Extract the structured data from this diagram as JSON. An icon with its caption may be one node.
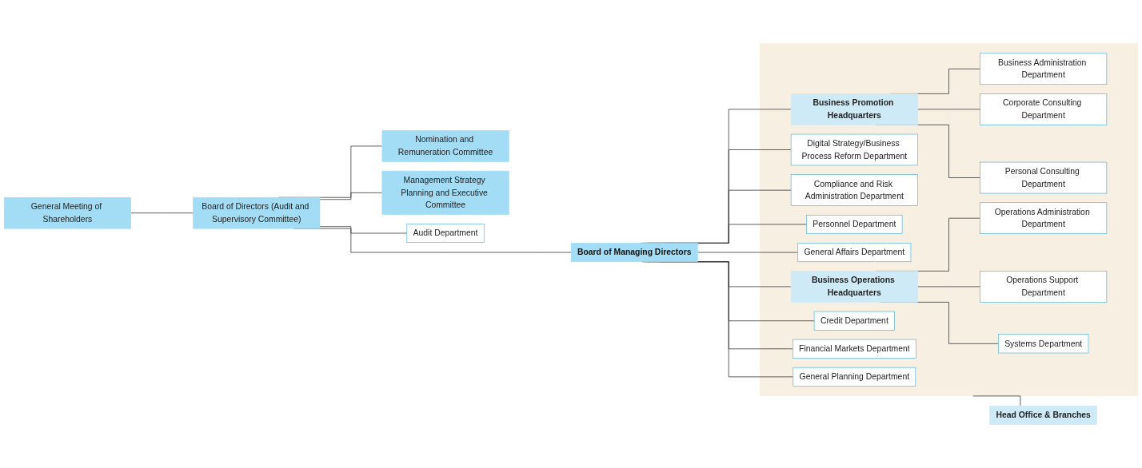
{
  "diagram": {
    "nodes": [
      {
        "text": [
          "General Meeting of Shareholders"
        ]
      },
      {
        "text": [
          "Board of Directors (Audit and Supervisory Committee)"
        ]
      },
      {
        "text": [
          "Board of Managing Directors"
        ]
      },
      {
        "text": [
          "Nomination and Remuneration Committee"
        ]
      },
      {
        "text": [
          "Management Strategy Planning and Executive Committee"
        ]
      },
      {
        "text": [
          "Audit Department"
        ]
      },
      {
        "text": [],
        "shape": "box"
      },
      {
        "text": [
          "General Planning Department"
        ],
        "in": 6
      },
      {
        "text": [
          "Digital Strategy/Business Process Reform Department"
        ],
        "in": 6
      },
      {
        "text": [
          "Compliance and Risk Administration Department"
        ],
        "in": 6
      },
      {
        "text": [
          "Personnel Department"
        ],
        "in": 6
      },
      {
        "text": [
          "General Affairs Department"
        ],
        "in": 6
      },
      {
        "text": [
          "Business Promotion Headquarters"
        ],
        "in": 6
      },
      {
        "text": [
          "Business Administration Department"
        ],
        "in": 6
      },
      {
        "text": [
          "Corporate Consulting Department"
        ],
        "in": 6
      },
      {
        "text": [
          "Personal Consulting Department"
        ],
        "in": 6
      },
      {
        "text": [
          "Credit Department"
        ],
        "in": 6
      },
      {
        "text": [
          "Financial Markets Department"
        ],
        "in": 6
      },
      {
        "text": [
          "Business Operations Headquarters"
        ],
        "in": 6
      },
      {
        "text": [
          "Operations Administration Department"
        ],
        "in": 6
      },
      {
        "text": [
          "Operations Support Department"
        ],
        "in": 6
      },
      {
        "text": [
          "Systems Department"
        ],
        "in": 6
      },
      {
        "text": [
          "Head Office & Branches"
        ]
      }
    ],
    "edges": [
      {
        "from": 0,
        "to": 1,
        "arrow": "none"
      },
      {
        "from": 1,
        "to": 5,
        "arrow": "none"
      },
      {
        "from": 1,
        "to": 2,
        "arrow": "none"
      },
      {
        "from": 1,
        "to": 3,
        "arrow": "none"
      },
      {
        "from": 1,
        "to": 4,
        "arrow": "none"
      },
      {
        "from": 2,
        "to": 7,
        "arrow": "none"
      },
      {
        "from": 2,
        "to": 8,
        "arrow": "none"
      },
      {
        "from": 2,
        "to": 9,
        "arrow": "none"
      },
      {
        "from": 2,
        "to": 10,
        "arrow": "none"
      },
      {
        "from": 2,
        "to": 11,
        "arrow": "none"
      },
      {
        "from": 2,
        "to": 12,
        "arrow": "none"
      },
      {
        "from": 2,
        "to": 16,
        "arrow": "none"
      },
      {
        "from": 2,
        "to": 17,
        "arrow": "none"
      },
      {
        "from": 2,
        "to": 18,
        "arrow": "none"
      },
      {
        "from": 12,
        "to": 13,
        "arrow": "none"
      },
      {
        "from": 12,
        "to": 14,
        "arrow": "none"
      },
      {
        "from": 12,
        "to": 15,
        "arrow": "none"
      },
      {
        "from": 18,
        "to": 19,
        "arrow": "none"
      },
      {
        "from": 18,
        "to": 20,
        "arrow": "none"
      },
      {
        "from": 18,
        "to": 21,
        "arrow": "none"
      },
      {
        "from": 6,
        "to": 22,
        "arrow": "none"
      }
    ]
  }
}
